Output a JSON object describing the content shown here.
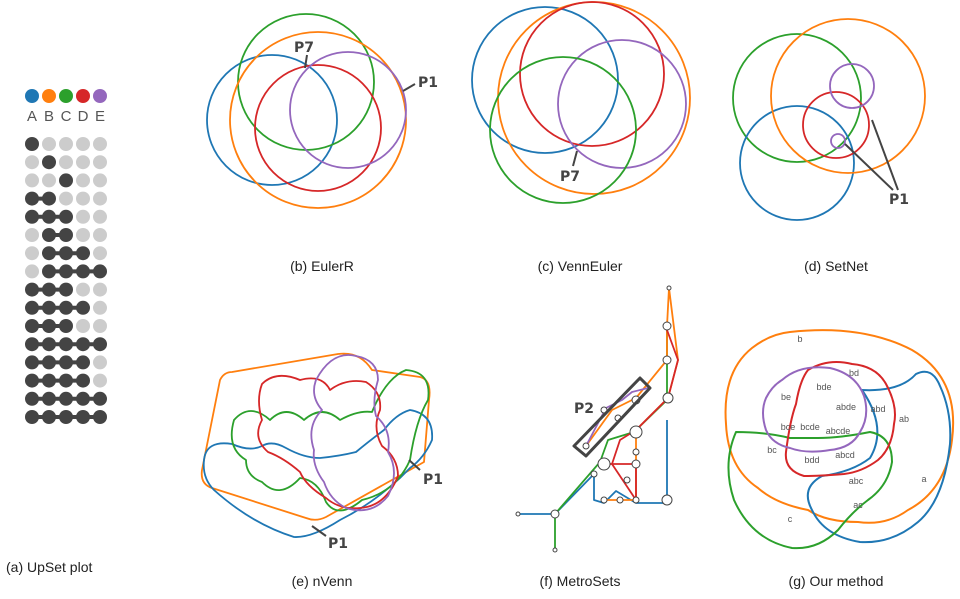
{
  "colors": {
    "A": "#1f77b4",
    "B": "#ff7f0e",
    "C": "#2ca02c",
    "D": "#d62728",
    "E": "#9467bd",
    "dot_on": "#444444",
    "dot_off": "#cccccc",
    "callout": "#444444"
  },
  "upset": {
    "caption": "(a) UpSet plot",
    "sets": [
      "A",
      "B",
      "C",
      "D",
      "E"
    ],
    "rows": [
      [
        1,
        0,
        0,
        0,
        0
      ],
      [
        0,
        1,
        0,
        0,
        0
      ],
      [
        0,
        0,
        1,
        0,
        0
      ],
      [
        1,
        1,
        0,
        0,
        0
      ],
      [
        1,
        1,
        1,
        0,
        0
      ],
      [
        0,
        1,
        1,
        0,
        0
      ],
      [
        0,
        1,
        1,
        1,
        0
      ],
      [
        0,
        1,
        1,
        1,
        1
      ],
      [
        1,
        1,
        1,
        0,
        0
      ],
      [
        1,
        1,
        1,
        1,
        0
      ],
      [
        1,
        1,
        1,
        0,
        0
      ],
      [
        1,
        1,
        1,
        1,
        1
      ],
      [
        1,
        1,
        1,
        1,
        0
      ],
      [
        1,
        1,
        1,
        1,
        0
      ],
      [
        1,
        1,
        1,
        1,
        1
      ],
      [
        1,
        1,
        1,
        1,
        1
      ]
    ]
  },
  "panels": {
    "eulerr": {
      "caption": "(b) EulerR",
      "labels": [
        "P7",
        "P1"
      ]
    },
    "venneuler": {
      "caption": "(c) VennEuler",
      "labels": [
        "P7"
      ]
    },
    "setnet": {
      "caption": "(d) SetNet",
      "labels": [
        "P1"
      ]
    },
    "nvenn": {
      "caption": "(e) nVenn",
      "labels": [
        "P1",
        "P1"
      ]
    },
    "metrosets": {
      "caption": "(f) MetroSets",
      "labels": [
        "P2"
      ]
    },
    "ours": {
      "caption": "(g) Our method",
      "regions": [
        "b",
        "bd",
        "bde",
        "be",
        "abde",
        "abd",
        "ab",
        "bce",
        "bcde",
        "abcde",
        "bc",
        "bdd",
        "abcd",
        "abc",
        "a",
        "ac",
        "c"
      ]
    }
  }
}
